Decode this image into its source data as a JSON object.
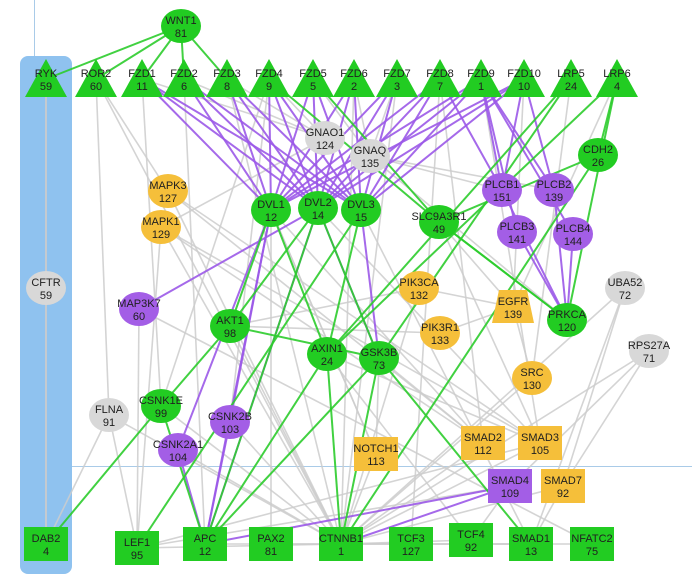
{
  "colors": {
    "green": "#22cc22",
    "purple": "#a35ee6",
    "orange": "#f5bf3a",
    "gray": "#d8d8d8",
    "edge_gray": "#cccccc",
    "edge_green": "#2ccc2c",
    "edge_purple": "#9b59e8",
    "highlight": "#8fc2ef"
  },
  "nodes": [
    {
      "id": "WNT1",
      "label": "WNT1",
      "value": "81",
      "color": "green",
      "shape": "ellipse"
    },
    {
      "id": "RYK",
      "label": "RYK",
      "value": "59",
      "color": "green",
      "shape": "triangle"
    },
    {
      "id": "ROR2",
      "label": "ROR2",
      "value": "60",
      "color": "green",
      "shape": "triangle"
    },
    {
      "id": "FZD1",
      "label": "FZD1",
      "value": "11",
      "color": "green",
      "shape": "triangle"
    },
    {
      "id": "FZD2",
      "label": "FZD2",
      "value": "6",
      "color": "green",
      "shape": "triangle"
    },
    {
      "id": "FZD3",
      "label": "FZD3",
      "value": "8",
      "color": "green",
      "shape": "triangle"
    },
    {
      "id": "FZD4",
      "label": "FZD4",
      "value": "9",
      "color": "green",
      "shape": "triangle"
    },
    {
      "id": "FZD5",
      "label": "FZD5",
      "value": "5",
      "color": "green",
      "shape": "triangle"
    },
    {
      "id": "FZD6",
      "label": "FZD6",
      "value": "2",
      "color": "green",
      "shape": "triangle"
    },
    {
      "id": "FZD7",
      "label": "FZD7",
      "value": "3",
      "color": "green",
      "shape": "triangle"
    },
    {
      "id": "FZD8",
      "label": "FZD8",
      "value": "7",
      "color": "green",
      "shape": "triangle"
    },
    {
      "id": "FZD9",
      "label": "FZD9",
      "value": "1",
      "color": "green",
      "shape": "triangle"
    },
    {
      "id": "FZD10",
      "label": "FZD10",
      "value": "10",
      "color": "green",
      "shape": "triangle"
    },
    {
      "id": "LRP5",
      "label": "LRP5",
      "value": "24",
      "color": "green",
      "shape": "triangle"
    },
    {
      "id": "LRP6",
      "label": "LRP6",
      "value": "4",
      "color": "green",
      "shape": "triangle"
    },
    {
      "id": "GNAO1",
      "label": "GNAO1",
      "value": "124",
      "color": "gray",
      "shape": "ellipse"
    },
    {
      "id": "GNAQ",
      "label": "GNAQ",
      "value": "135",
      "color": "gray",
      "shape": "ellipse"
    },
    {
      "id": "CDH2",
      "label": "CDH2",
      "value": "26",
      "color": "green",
      "shape": "ellipse"
    },
    {
      "id": "MAPK3",
      "label": "MAPK3",
      "value": "127",
      "color": "orange",
      "shape": "ellipse"
    },
    {
      "id": "MAPK1",
      "label": "MAPK1",
      "value": "129",
      "color": "orange",
      "shape": "ellipse"
    },
    {
      "id": "DVL1",
      "label": "DVL1",
      "value": "12",
      "color": "green",
      "shape": "ellipse"
    },
    {
      "id": "DVL2",
      "label": "DVL2",
      "value": "14",
      "color": "green",
      "shape": "ellipse"
    },
    {
      "id": "DVL3",
      "label": "DVL3",
      "value": "15",
      "color": "green",
      "shape": "ellipse"
    },
    {
      "id": "SLC9A3R1",
      "label": "SLC9A3R1",
      "value": "49",
      "color": "green",
      "shape": "ellipse"
    },
    {
      "id": "PLCB1",
      "label": "PLCB1",
      "value": "151",
      "color": "purple",
      "shape": "ellipse"
    },
    {
      "id": "PLCB2",
      "label": "PLCB2",
      "value": "139",
      "color": "purple",
      "shape": "ellipse"
    },
    {
      "id": "PLCB3",
      "label": "PLCB3",
      "value": "141",
      "color": "purple",
      "shape": "ellipse"
    },
    {
      "id": "PLCB4",
      "label": "PLCB4",
      "value": "144",
      "color": "purple",
      "shape": "ellipse"
    },
    {
      "id": "CFTR",
      "label": "CFTR",
      "value": "59",
      "color": "gray",
      "shape": "ellipse"
    },
    {
      "id": "MAP3K7",
      "label": "MAP3K7",
      "value": "60",
      "color": "purple",
      "shape": "ellipse"
    },
    {
      "id": "PIK3CA",
      "label": "PIK3CA",
      "value": "132",
      "color": "orange",
      "shape": "ellipse"
    },
    {
      "id": "EGFR",
      "label": "EGFR",
      "value": "139",
      "color": "orange",
      "shape": "trapezoid"
    },
    {
      "id": "PRKCA",
      "label": "PRKCA",
      "value": "120",
      "color": "green",
      "shape": "ellipse"
    },
    {
      "id": "UBA52",
      "label": "UBA52",
      "value": "72",
      "color": "gray",
      "shape": "ellipse"
    },
    {
      "id": "PIK3R1",
      "label": "PIK3R1",
      "value": "133",
      "color": "orange",
      "shape": "ellipse"
    },
    {
      "id": "AKT1",
      "label": "AKT1",
      "value": "98",
      "color": "green",
      "shape": "ellipse"
    },
    {
      "id": "AXIN1",
      "label": "AXIN1",
      "value": "24",
      "color": "green",
      "shape": "ellipse"
    },
    {
      "id": "GSK3B",
      "label": "GSK3B",
      "value": "73",
      "color": "green",
      "shape": "ellipse"
    },
    {
      "id": "RPS27A",
      "label": "RPS27A",
      "value": "71",
      "color": "gray",
      "shape": "ellipse"
    },
    {
      "id": "SRC",
      "label": "SRC",
      "value": "130",
      "color": "orange",
      "shape": "ellipse"
    },
    {
      "id": "CSNK1E",
      "label": "CSNK1E",
      "value": "99",
      "color": "green",
      "shape": "ellipse"
    },
    {
      "id": "FLNA",
      "label": "FLNA",
      "value": "91",
      "color": "gray",
      "shape": "ellipse"
    },
    {
      "id": "CSNK2B",
      "label": "CSNK2B",
      "value": "103",
      "color": "purple",
      "shape": "ellipse"
    },
    {
      "id": "CSNK2A1",
      "label": "CSNK2A1",
      "value": "104",
      "color": "purple",
      "shape": "ellipse"
    },
    {
      "id": "SMAD2",
      "label": "SMAD2",
      "value": "112",
      "color": "orange",
      "shape": "rect"
    },
    {
      "id": "SMAD3",
      "label": "SMAD3",
      "value": "105",
      "color": "orange",
      "shape": "rect"
    },
    {
      "id": "NOTCH1",
      "label": "NOTCH1",
      "value": "113",
      "color": "orange",
      "shape": "rect"
    },
    {
      "id": "SMAD4",
      "label": "SMAD4",
      "value": "109",
      "color": "purple",
      "shape": "rect"
    },
    {
      "id": "SMAD7",
      "label": "SMAD7",
      "value": "92",
      "color": "orange",
      "shape": "rect"
    },
    {
      "id": "DAB2",
      "label": "DAB2",
      "value": "4",
      "color": "green",
      "shape": "rect"
    },
    {
      "id": "LEF1",
      "label": "LEF1",
      "value": "95",
      "color": "green",
      "shape": "rect"
    },
    {
      "id": "APC",
      "label": "APC",
      "value": "12",
      "color": "green",
      "shape": "rect"
    },
    {
      "id": "PAX2",
      "label": "PAX2",
      "value": "81",
      "color": "green",
      "shape": "rect"
    },
    {
      "id": "CTNNB1",
      "label": "CTNNB1",
      "value": "1",
      "color": "green",
      "shape": "rect"
    },
    {
      "id": "TCF3",
      "label": "TCF3",
      "value": "127",
      "color": "green",
      "shape": "rect"
    },
    {
      "id": "TCF4",
      "label": "TCF4",
      "value": "92",
      "color": "green",
      "shape": "rect"
    },
    {
      "id": "SMAD1",
      "label": "SMAD1",
      "value": "13",
      "color": "green",
      "shape": "rect"
    },
    {
      "id": "NFATC2",
      "label": "NFATC2",
      "value": "75",
      "color": "green",
      "shape": "rect"
    }
  ],
  "edges": [
    [
      "WNT1",
      "RYK",
      "green"
    ],
    [
      "WNT1",
      "ROR2",
      "green"
    ],
    [
      "WNT1",
      "FZD1",
      "green"
    ],
    [
      "WNT1",
      "FZD2",
      "green"
    ],
    [
      "WNT1",
      "FZD3",
      "green"
    ],
    [
      "FZD1",
      "DVL1",
      "purple"
    ],
    [
      "FZD1",
      "DVL2",
      "purple"
    ],
    [
      "FZD1",
      "DVL3",
      "purple"
    ],
    [
      "FZD2",
      "DVL1",
      "purple"
    ],
    [
      "FZD2",
      "DVL2",
      "purple"
    ],
    [
      "FZD2",
      "DVL3",
      "purple"
    ],
    [
      "FZD3",
      "DVL1",
      "purple"
    ],
    [
      "FZD3",
      "DVL2",
      "purple"
    ],
    [
      "FZD3",
      "DVL3",
      "purple"
    ],
    [
      "FZD4",
      "DVL1",
      "purple"
    ],
    [
      "FZD4",
      "DVL2",
      "purple"
    ],
    [
      "FZD4",
      "DVL3",
      "purple"
    ],
    [
      "FZD5",
      "DVL1",
      "purple"
    ],
    [
      "FZD5",
      "DVL2",
      "purple"
    ],
    [
      "FZD5",
      "DVL3",
      "purple"
    ],
    [
      "FZD6",
      "DVL1",
      "purple"
    ],
    [
      "FZD6",
      "DVL2",
      "purple"
    ],
    [
      "FZD6",
      "DVL3",
      "purple"
    ],
    [
      "FZD7",
      "DVL1",
      "purple"
    ],
    [
      "FZD7",
      "DVL2",
      "purple"
    ],
    [
      "FZD7",
      "DVL3",
      "purple"
    ],
    [
      "FZD8",
      "DVL1",
      "purple"
    ],
    [
      "FZD8",
      "DVL2",
      "purple"
    ],
    [
      "FZD8",
      "DVL3",
      "purple"
    ],
    [
      "FZD9",
      "DVL1",
      "purple"
    ],
    [
      "FZD9",
      "DVL2",
      "purple"
    ],
    [
      "FZD9",
      "DVL3",
      "purple"
    ],
    [
      "FZD10",
      "DVL1",
      "purple"
    ],
    [
      "FZD10",
      "DVL2",
      "purple"
    ],
    [
      "FZD10",
      "DVL3",
      "purple"
    ],
    [
      "FZD9",
      "PLCB1",
      "purple"
    ],
    [
      "FZD9",
      "PLCB2",
      "purple"
    ],
    [
      "FZD9",
      "PLCB3",
      "purple"
    ],
    [
      "FZD9",
      "PLCB4",
      "purple"
    ],
    [
      "FZD10",
      "PLCB1",
      "purple"
    ],
    [
      "FZD10",
      "PLCB2",
      "purple"
    ],
    [
      "FZD8",
      "PLCB1",
      "purple"
    ],
    [
      "PLCB1",
      "PRKCA",
      "purple"
    ],
    [
      "PLCB2",
      "PRKCA",
      "purple"
    ],
    [
      "PLCB3",
      "PRKCA",
      "purple"
    ],
    [
      "PLCB4",
      "PRKCA",
      "purple"
    ],
    [
      "DVL2",
      "MAP3K7",
      "purple"
    ],
    [
      "DVL1",
      "CSNK2B",
      "purple"
    ],
    [
      "DVL1",
      "CSNK2A1",
      "purple"
    ],
    [
      "DVL2",
      "GSK3B",
      "purple"
    ],
    [
      "DVL3",
      "GSK3B",
      "purple"
    ],
    [
      "DVL1",
      "APC",
      "purple"
    ],
    [
      "DVL2",
      "APC",
      "purple"
    ],
    [
      "SMAD4",
      "APC",
      "purple"
    ],
    [
      "SMAD4",
      "CTNNB1",
      "purple"
    ],
    [
      "CSNK2B",
      "APC",
      "purple"
    ],
    [
      "CSNK2A1",
      "APC",
      "purple"
    ],
    [
      "LRP6",
      "CDH2",
      "green"
    ],
    [
      "LRP6",
      "PRKCA",
      "green"
    ],
    [
      "LRP5",
      "AXIN1",
      "green"
    ],
    [
      "LRP6",
      "AXIN1",
      "green"
    ],
    [
      "LRP5",
      "GSK3B",
      "green"
    ],
    [
      "CDH2",
      "SLC9A3R1",
      "green"
    ],
    [
      "CDH2",
      "CTNNB1",
      "green"
    ],
    [
      "FZD4",
      "SLC9A3R1",
      "green"
    ],
    [
      "FZD5",
      "SLC9A3R1",
      "green"
    ],
    [
      "DVL1",
      "AXIN1",
      "green"
    ],
    [
      "DVL3",
      "AXIN1",
      "green"
    ],
    [
      "DVL2",
      "GSK3B",
      "green"
    ],
    [
      "DVL1",
      "AKT1",
      "green"
    ],
    [
      "AKT1",
      "GSK3B",
      "green"
    ],
    [
      "AKT1",
      "CSNK1E",
      "green"
    ],
    [
      "CSNK1E",
      "APC",
      "green"
    ],
    [
      "CSNK1E",
      "DAB2",
      "green"
    ],
    [
      "AXIN1",
      "CTNNB1",
      "green"
    ],
    [
      "AXIN1",
      "APC",
      "green"
    ],
    [
      "GSK3B",
      "CTNNB1",
      "green"
    ],
    [
      "GSK3B",
      "APC",
      "green"
    ],
    [
      "GSK3B",
      "SMAD1",
      "green"
    ],
    [
      "DVL3",
      "LEF1",
      "green"
    ],
    [
      "DVL2",
      "AKT1",
      "green"
    ],
    [
      "PRKCA",
      "SLC9A3R1",
      "green"
    ],
    [
      "DVL2",
      "APC",
      "green"
    ],
    [
      "CFTR",
      "RYK",
      "gray"
    ],
    [
      "CFTR",
      "DAB2",
      "gray"
    ],
    [
      "RYK",
      "DAB2",
      "gray"
    ],
    [
      "ROR2",
      "FLNA",
      "gray"
    ],
    [
      "ROR2",
      "MAPK3",
      "gray"
    ],
    [
      "FZD1",
      "GNAO1",
      "gray"
    ],
    [
      "FZD2",
      "GNAO1",
      "gray"
    ],
    [
      "FZD3",
      "GNAO1",
      "gray"
    ],
    [
      "FZD4",
      "GNAO1",
      "gray"
    ],
    [
      "FZD5",
      "GNAQ",
      "gray"
    ],
    [
      "FZD6",
      "GNAQ",
      "gray"
    ],
    [
      "FZD7",
      "GNAQ",
      "gray"
    ],
    [
      "GNAO1",
      "MAPK1",
      "gray"
    ],
    [
      "GNAQ",
      "PLCB1",
      "gray"
    ],
    [
      "GNAQ",
      "PLCB2",
      "gray"
    ],
    [
      "GNAQ",
      "PRKCA",
      "gray"
    ],
    [
      "MAPK3",
      "SMAD2",
      "gray"
    ],
    [
      "MAPK3",
      "SMAD3",
      "gray"
    ],
    [
      "MAPK1",
      "SMAD2",
      "gray"
    ],
    [
      "MAPK1",
      "SMAD3",
      "gray"
    ],
    [
      "MAPK3",
      "CTNNB1",
      "gray"
    ],
    [
      "MAPK1",
      "CTNNB1",
      "gray"
    ],
    [
      "MAPK1",
      "LEF1",
      "gray"
    ],
    [
      "EGFR",
      "SRC",
      "gray"
    ],
    [
      "EGFR",
      "PIK3CA",
      "gray"
    ],
    [
      "EGFR",
      "PIK3R1",
      "gray"
    ],
    [
      "SRC",
      "CTNNB1",
      "gray"
    ],
    [
      "PIK3CA",
      "AKT1",
      "gray"
    ],
    [
      "PIK3R1",
      "AKT1",
      "gray"
    ],
    [
      "PIK3CA",
      "CTNNB1",
      "gray"
    ],
    [
      "UBA52",
      "CTNNB1",
      "gray"
    ],
    [
      "UBA52",
      "SMAD7",
      "gray"
    ],
    [
      "UBA52",
      "SMAD1",
      "gray"
    ],
    [
      "RPS27A",
      "CTNNB1",
      "gray"
    ],
    [
      "RPS27A",
      "SMAD7",
      "gray"
    ],
    [
      "RPS27A",
      "SMAD4",
      "gray"
    ],
    [
      "FLNA",
      "CTNNB1",
      "gray"
    ],
    [
      "FLNA",
      "LEF1",
      "gray"
    ],
    [
      "MAP3K7",
      "LEF1",
      "gray"
    ],
    [
      "MAP3K7",
      "NFATC2",
      "gray"
    ],
    [
      "SMAD2",
      "CTNNB1",
      "gray"
    ],
    [
      "SMAD3",
      "CTNNB1",
      "gray"
    ],
    [
      "SMAD3",
      "LEF1",
      "gray"
    ],
    [
      "SMAD4",
      "LEF1",
      "gray"
    ],
    [
      "NOTCH1",
      "CTNNB1",
      "gray"
    ],
    [
      "NOTCH1",
      "DVL1",
      "gray"
    ],
    [
      "SMAD7",
      "CTNNB1",
      "gray"
    ],
    [
      "SMAD7",
      "SMAD1",
      "gray"
    ],
    [
      "CTNNB1",
      "LEF1",
      "gray"
    ],
    [
      "CTNNB1",
      "TCF3",
      "gray"
    ],
    [
      "CTNNB1",
      "TCF4",
      "gray"
    ],
    [
      "CTNNB1",
      "PAX2",
      "gray"
    ],
    [
      "CTNNB1",
      "NFATC2",
      "gray"
    ],
    [
      "CTNNB1",
      "APC",
      "gray"
    ],
    [
      "CTNNB1",
      "SMAD1",
      "gray"
    ],
    [
      "TCF3",
      "SMAD1",
      "gray"
    ],
    [
      "TCF4",
      "SMAD4",
      "gray"
    ],
    [
      "PAX2",
      "DVL1",
      "gray"
    ],
    [
      "DVL1",
      "SMAD2",
      "gray"
    ],
    [
      "DVL2",
      "SMAD3",
      "gray"
    ],
    [
      "DVL3",
      "SMAD1",
      "gray"
    ],
    [
      "DVL1",
      "NOTCH1",
      "gray"
    ],
    [
      "FZD4",
      "CSNK2B",
      "gray"
    ],
    [
      "FZD4",
      "CSNK1E",
      "gray"
    ],
    [
      "FZD1",
      "CSNK1E",
      "gray"
    ],
    [
      "LRP5",
      "SRC",
      "gray"
    ],
    [
      "LRP6",
      "EGFR",
      "gray"
    ],
    [
      "FZD10",
      "EGFR",
      "gray"
    ],
    [
      "FZD9",
      "SMAD3",
      "gray"
    ],
    [
      "FZD8",
      "SMAD2",
      "gray"
    ],
    [
      "SLC9A3R1",
      "SMAD3",
      "gray"
    ],
    [
      "SLC9A3R1",
      "EGFR",
      "gray"
    ],
    [
      "SLC9A3R1",
      "PRKCA",
      "green"
    ],
    [
      "AKT1",
      "CTNNB1",
      "gray"
    ],
    [
      "CSNK2A1",
      "CTNNB1",
      "gray"
    ],
    [
      "CSNK2B",
      "CTNNB1",
      "gray"
    ],
    [
      "FLNA",
      "DAB2",
      "gray"
    ],
    [
      "CSNK1E",
      "CTNNB1",
      "gray"
    ],
    [
      "GSK3B",
      "SMAD2",
      "gray"
    ],
    [
      "AXIN1",
      "SMAD3",
      "gray"
    ],
    [
      "AXIN1",
      "TCF4",
      "gray"
    ],
    [
      "GSK3B",
      "NOTCH1",
      "gray"
    ],
    [
      "ROR2",
      "CTNNB1",
      "gray"
    ],
    [
      "FZD3",
      "CTNNB1",
      "gray"
    ],
    [
      "FZD2",
      "APC",
      "gray"
    ],
    [
      "FZD6",
      "CTNNB1",
      "gray"
    ],
    [
      "FZD7",
      "CTNNB1",
      "gray"
    ],
    [
      "FZD8",
      "TCF3",
      "gray"
    ]
  ]
}
